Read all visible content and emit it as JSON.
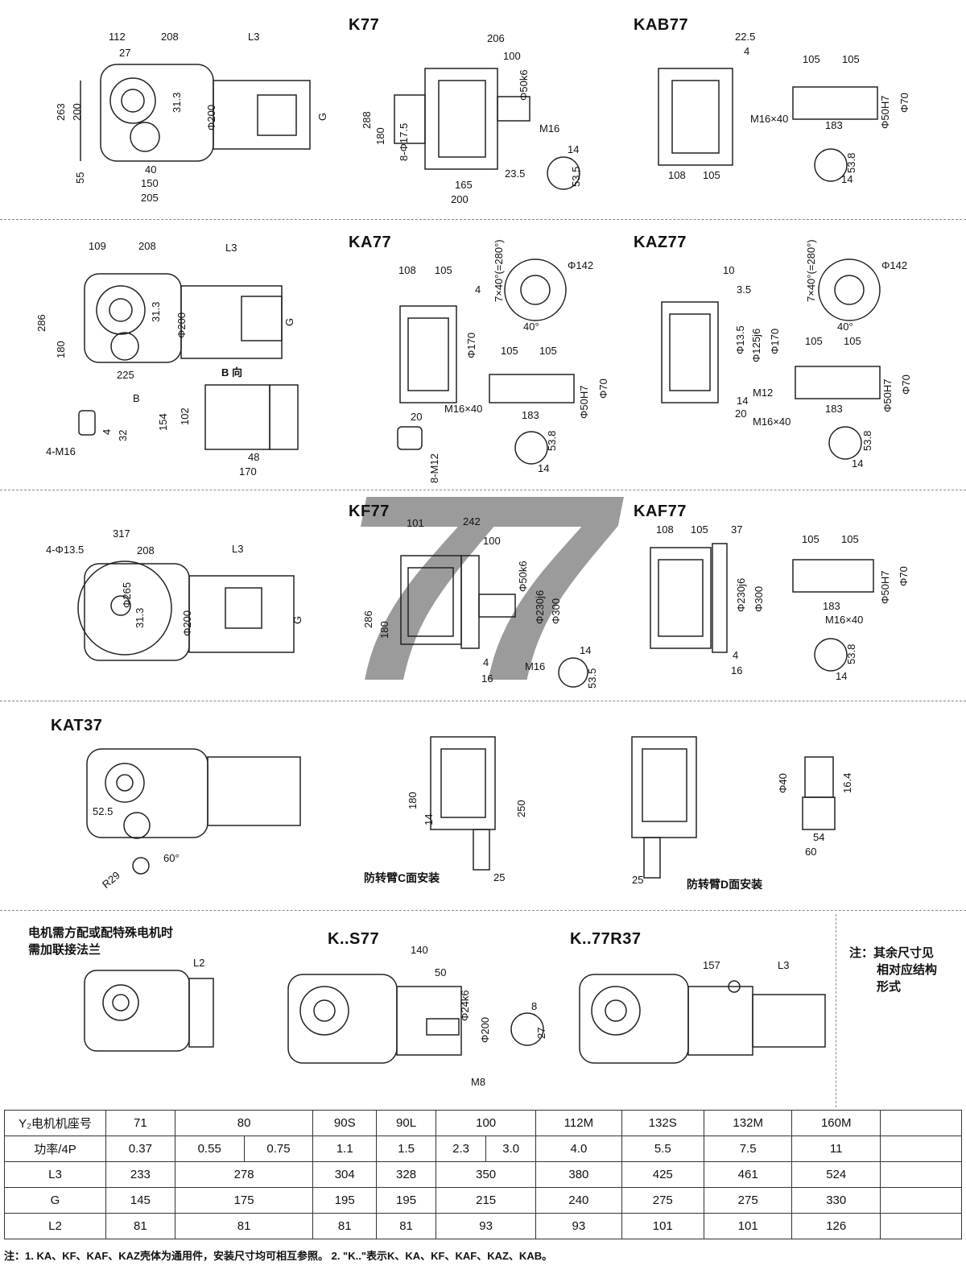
{
  "watermark": {
    "number": "77"
  },
  "sections": {
    "k77": {
      "title": "K77",
      "left_dims": [
        "112",
        "208",
        "L3",
        "27",
        "263",
        "200",
        "31.3",
        "Φ200",
        "G",
        "55",
        "40",
        "150",
        "205"
      ],
      "center_dims": [
        "206",
        "100",
        "Φ50k6",
        "288",
        "180",
        "8-Φ17.5",
        "M16",
        "23.5",
        "165",
        "200",
        "14",
        "53.5"
      ]
    },
    "kab77": {
      "title": "KAB77",
      "dims": [
        "22.5",
        "4",
        "105",
        "105",
        "M16×40",
        "Φ50H7",
        "Φ70",
        "183",
        "108",
        "105",
        "53.8",
        "14"
      ]
    },
    "ka77": {
      "title": "KA77",
      "left_dims": [
        "109",
        "208",
        "L3",
        "286",
        "180",
        "31.3",
        "Φ200",
        "G",
        "225",
        "B",
        "4-M16",
        "4",
        "32",
        "154",
        "102",
        "48",
        "170"
      ],
      "b_view": "B 向",
      "center_dims": [
        "108",
        "105",
        "7×40°(=280°)",
        "Φ142",
        "40°",
        "4",
        "Φ170",
        "105",
        "105",
        "M16×40",
        "183",
        "Φ50H7",
        "Φ70",
        "20",
        "8-M12",
        "53.8",
        "14"
      ]
    },
    "kaz77": {
      "title": "KAZ77",
      "dims": [
        "10",
        "3.5",
        "7×40°(=280°)",
        "Φ142",
        "40°",
        "Φ13.5",
        "Φ125j6",
        "Φ170",
        "M12",
        "14",
        "20",
        "M16×40",
        "105",
        "105",
        "183",
        "Φ50H7",
        "Φ70",
        "53.8",
        "14"
      ]
    },
    "kf77": {
      "title": "KF77",
      "left_dims": [
        "317",
        "4-Φ13.5",
        "208",
        "L3",
        "Φ265",
        "31.3",
        "Φ200",
        "G"
      ],
      "center_dims": [
        "101",
        "242",
        "100",
        "Φ50k6",
        "Φ230j6",
        "Φ300",
        "286",
        "180",
        "4",
        "16",
        "M16",
        "14",
        "53.5"
      ]
    },
    "kaf77": {
      "title": "KAF77",
      "dims": [
        "108",
        "105",
        "37",
        "Φ230j6",
        "Φ300",
        "4",
        "16",
        "105",
        "105",
        "Φ50H7",
        "Φ70",
        "183",
        "M16×40",
        "53.8",
        "14"
      ]
    },
    "kat37": {
      "title": "KAT37",
      "dims": [
        "52.5",
        "R29",
        "60°",
        "180",
        "14",
        "250",
        "25",
        "Φ40",
        "16.4",
        "54",
        "60"
      ],
      "torque_arm_c": "防转臂C面安装",
      "torque_arm_d": "防转臂D面安装"
    },
    "flange": {
      "note_line1": "电机需方配或配特殊电机时",
      "note_line2": "需加联接法兰",
      "dims": [
        "L2"
      ]
    },
    "ks77": {
      "title": "K..S77",
      "dims": [
        "140",
        "50",
        "Φ24k6",
        "Φ200",
        "M8",
        "8",
        "27"
      ]
    },
    "k77r37": {
      "title": "K..77R37",
      "dims": [
        "157",
        "L3"
      ]
    },
    "side_note": {
      "line1": "注：其余尺寸见",
      "line2": "相对应结构",
      "line3": "形式"
    }
  },
  "table": {
    "rows": [
      {
        "label": "Y₂电机机座号",
        "cells": [
          [
            "71"
          ],
          [
            "80"
          ],
          [
            "90S"
          ],
          [
            "90L"
          ],
          [
            "100"
          ],
          [
            "112M"
          ],
          [
            "132S"
          ],
          [
            "132M"
          ],
          [
            "160M"
          ]
        ]
      },
      {
        "label": "功率/4P",
        "cells": [
          [
            "0.37"
          ],
          [
            "0.55",
            "0.75"
          ],
          [
            "1.1"
          ],
          [
            "1.5"
          ],
          [
            "2.3",
            "3.0"
          ],
          [
            "4.0"
          ],
          [
            "5.5"
          ],
          [
            "7.5"
          ],
          [
            "11"
          ]
        ]
      },
      {
        "label": "L3",
        "cells": [
          [
            "233"
          ],
          [
            "278"
          ],
          [
            "304"
          ],
          [
            "328"
          ],
          [
            "350"
          ],
          [
            "380"
          ],
          [
            "425"
          ],
          [
            "461"
          ],
          [
            "524"
          ]
        ]
      },
      {
        "label": "G",
        "cells": [
          [
            "145"
          ],
          [
            "175"
          ],
          [
            "195"
          ],
          [
            "195"
          ],
          [
            "215"
          ],
          [
            "240"
          ],
          [
            "275"
          ],
          [
            "275"
          ],
          [
            "330"
          ]
        ]
      },
      {
        "label": "L2",
        "cells": [
          [
            "81"
          ],
          [
            "81"
          ],
          [
            "81"
          ],
          [
            "81"
          ],
          [
            "93"
          ],
          [
            "93"
          ],
          [
            "101"
          ],
          [
            "101"
          ],
          [
            "126"
          ]
        ]
      }
    ]
  },
  "footnote": "注：1. KA、KF、KAF、KAZ壳体为通用件，安装尺寸均可相互参照。    2. \"K..\"表示K、KA、KF、KAF、KAZ、KAB。"
}
